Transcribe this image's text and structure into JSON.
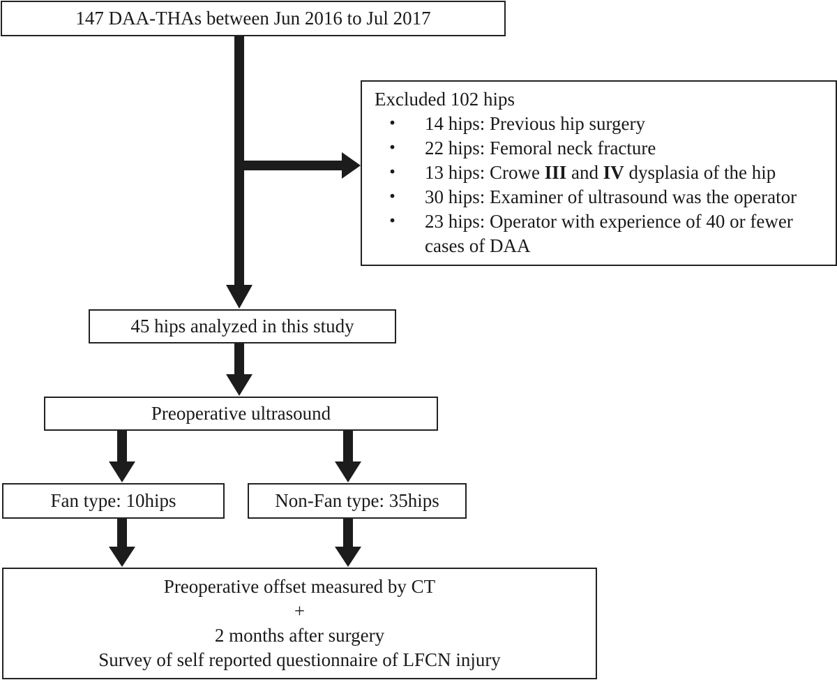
{
  "nodes": {
    "top": "147 DAA-THAs between Jun 2016 to Jul 2017",
    "excluded": {
      "title": "Excluded 102 hips",
      "bullet": "・",
      "items": [
        {
          "text": "14 hips: Previous hip surgery"
        },
        {
          "text": "22 hips: Femoral neck fracture"
        },
        {
          "pre": "13 hips: Crowe ",
          "bold1": "III",
          "mid": " and ",
          "bold2": "IV",
          "post": " dysplasia of the hip"
        },
        {
          "text": "30 hips: Examiner of ultrasound was the operator"
        },
        {
          "text": "23 hips: Operator with experience of 40 or fewer cases of DAA"
        }
      ]
    },
    "analyzed": "45 hips analyzed in this study",
    "preop_ultrasound": "Preoperative ultrasound",
    "fan": "Fan type: 10hips",
    "nonfan": "Non-Fan type: 35hips",
    "bottom": {
      "line1": "Preoperative offset measured by CT",
      "line2": "+",
      "line3": "2 months after surgery",
      "line4": "Survey of self reported questionnaire of LFCN injury"
    }
  },
  "colors": {
    "line": "#222222",
    "arrow": "#1c1c1c"
  }
}
